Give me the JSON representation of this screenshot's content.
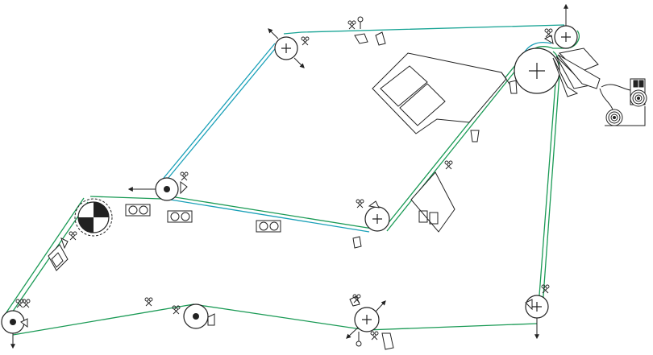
{
  "diagram": {
    "colors": {
      "background": "#ffffff",
      "line": "#222222",
      "belt_blue": "#1aa0b8",
      "belt_green": "#1a9a55",
      "belt_teal": "#16a394"
    },
    "roller_symbols": {
      "plain": "plus-cross",
      "driven": "quartered-disc",
      "idler": "dot"
    },
    "component_kinds": [
      "roller",
      "drive-roller",
      "scraper-blade",
      "tension-spring",
      "bearing-pair",
      "hopper-tray",
      "coil-reel"
    ]
  }
}
